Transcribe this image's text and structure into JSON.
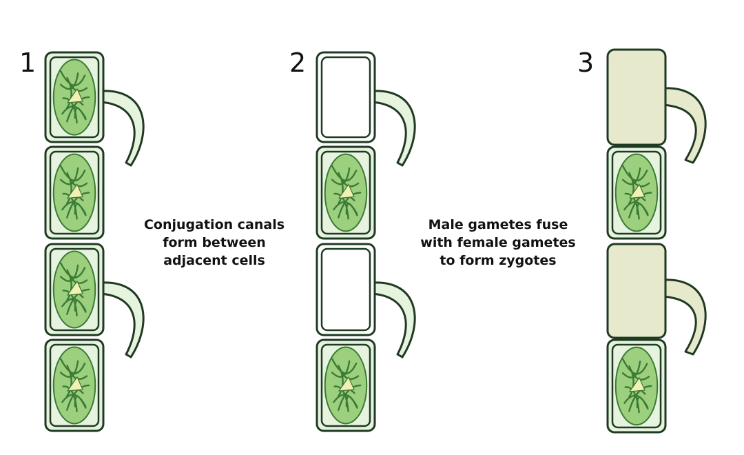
{
  "stages": [
    {
      "number": "1",
      "caption": []
    },
    {
      "number": "2",
      "caption": []
    },
    {
      "number": "3",
      "caption": []
    }
  ],
  "captions": {
    "conjugation": [
      "Conjugation canals",
      "form between",
      "adjacent cells"
    ],
    "fusion": [
      "Male gametes fuse",
      "with female gametes",
      "to form zygotes"
    ]
  },
  "colors": {
    "cell_wall": "#1f3a22",
    "cell_fill": "#e6f3df",
    "chloroplast": "#9cd07e",
    "chloroplast_dark": "#3c7a35",
    "empty_fill": "#ffffff",
    "zygote_fill": "#e6e9cc",
    "pyrenoid": "#f2f0b4"
  }
}
